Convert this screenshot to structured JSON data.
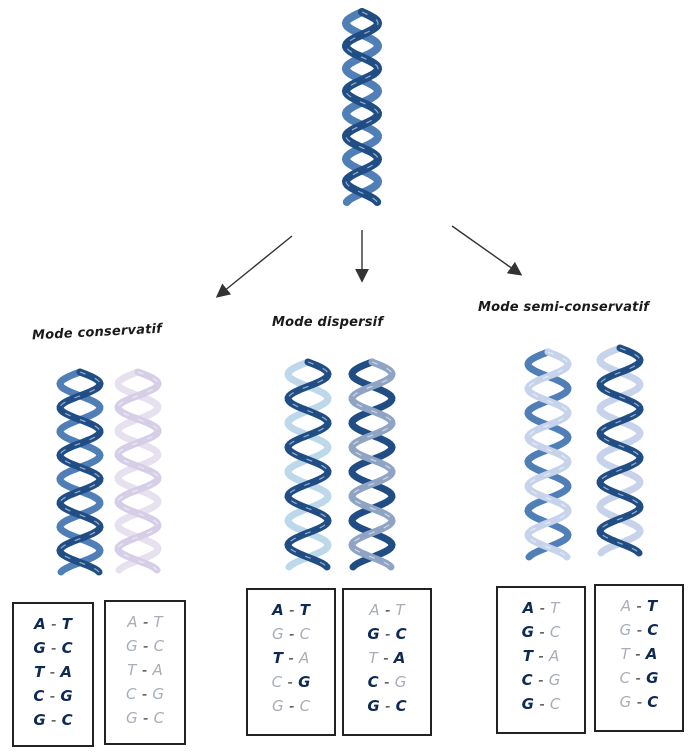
{
  "colors": {
    "parent_strand": "#1f4d84",
    "parent_strand_light": "#4f7fb6",
    "new_strand": "#d6cde6",
    "new_strand_dispersive": "#bcd8ea",
    "new_strand_semi": "#c7d3ea",
    "arrow": "#333333",
    "base_new": "#0f2a52",
    "base_old": "#a7aeb8"
  },
  "icons": {
    "parent": "dna-double-helix-icon",
    "arrow": "arrow-icon"
  },
  "modes": [
    {
      "title": "Mode conservatif",
      "helices": [
        "dna-old-new-helix",
        "dna-new-helix"
      ],
      "boxes": [
        [
          {
            "left": "A",
            "right": "T",
            "lnew": true,
            "rnew": true
          },
          {
            "left": "G",
            "right": "C",
            "lnew": true,
            "rnew": true
          },
          {
            "left": "T",
            "right": "A",
            "lnew": true,
            "rnew": true
          },
          {
            "left": "C",
            "right": "G",
            "lnew": true,
            "rnew": true
          },
          {
            "left": "G",
            "right": "C",
            "lnew": true,
            "rnew": true
          }
        ],
        [
          {
            "left": "A",
            "right": "T",
            "lnew": false,
            "rnew": false
          },
          {
            "left": "G",
            "right": "C",
            "lnew": false,
            "rnew": false
          },
          {
            "left": "T",
            "right": "A",
            "lnew": false,
            "rnew": false
          },
          {
            "left": "C",
            "right": "G",
            "lnew": false,
            "rnew": false
          },
          {
            "left": "G",
            "right": "C",
            "lnew": false,
            "rnew": false
          }
        ]
      ]
    },
    {
      "title": "Mode dispersif",
      "helices": [
        "dna-mixed-helix",
        "dna-mixed-helix"
      ],
      "boxes": [
        [
          {
            "left": "A",
            "right": "T",
            "lnew": true,
            "rnew": true
          },
          {
            "left": "G",
            "right": "C",
            "lnew": false,
            "rnew": false
          },
          {
            "left": "T",
            "right": "A",
            "lnew": true,
            "rnew": false
          },
          {
            "left": "C",
            "right": "G",
            "lnew": false,
            "rnew": true
          },
          {
            "left": "G",
            "right": "C",
            "lnew": false,
            "rnew": false
          }
        ],
        [
          {
            "left": "A",
            "right": "T",
            "lnew": false,
            "rnew": false
          },
          {
            "left": "G",
            "right": "C",
            "lnew": true,
            "rnew": true
          },
          {
            "left": "T",
            "right": "A",
            "lnew": false,
            "rnew": true
          },
          {
            "left": "C",
            "right": "G",
            "lnew": true,
            "rnew": false
          },
          {
            "left": "G",
            "right": "C",
            "lnew": true,
            "rnew": true
          }
        ]
      ]
    },
    {
      "title": "Mode semi-conservatif",
      "helices": [
        "dna-hybrid-helix",
        "dna-hybrid-helix"
      ],
      "boxes": [
        [
          {
            "left": "A",
            "right": "T",
            "lnew": true,
            "rnew": false
          },
          {
            "left": "G",
            "right": "C",
            "lnew": true,
            "rnew": false
          },
          {
            "left": "T",
            "right": "A",
            "lnew": true,
            "rnew": false
          },
          {
            "left": "C",
            "right": "G",
            "lnew": true,
            "rnew": false
          },
          {
            "left": "G",
            "right": "C",
            "lnew": true,
            "rnew": false
          }
        ],
        [
          {
            "left": "A",
            "right": "T",
            "lnew": false,
            "rnew": true
          },
          {
            "left": "G",
            "right": "C",
            "lnew": false,
            "rnew": true
          },
          {
            "left": "T",
            "right": "A",
            "lnew": false,
            "rnew": true
          },
          {
            "left": "C",
            "right": "G",
            "lnew": false,
            "rnew": true
          },
          {
            "left": "G",
            "right": "C",
            "lnew": false,
            "rnew": true
          }
        ]
      ]
    }
  ]
}
